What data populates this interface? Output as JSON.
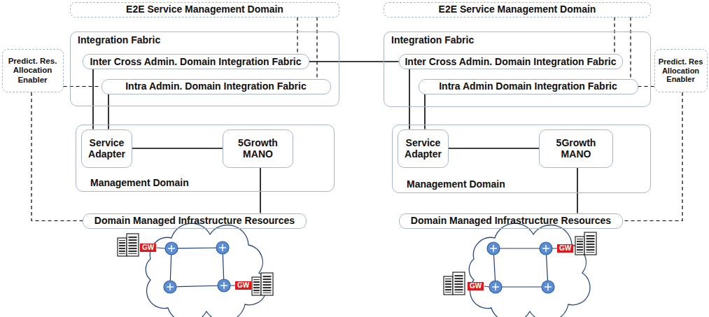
{
  "diagram": {
    "nodes": [
      {
        "text": [
          "E2E Service Management Domain"
        ]
      },
      {
        "text": [
          "E2E Service Management Domain"
        ]
      },
      {
        "text": [
          "Predict. Res. Allocation Enabler"
        ]
      },
      {
        "text": [
          "Integration Fabric"
        ]
      },
      {
        "text": [
          "Inter Cross Admin. Domain Integration Fabric"
        ],
        "in": 3
      },
      {
        "text": [
          "Intra Admin. Domain Integration Fabric"
        ],
        "in": 3
      },
      {
        "text": [
          "Integration Fabric"
        ]
      },
      {
        "text": [
          "Inter Cross Admin. Domain Integration Fabric"
        ],
        "in": 6
      },
      {
        "text": [
          "Intra Admin Domain Integration Fabric"
        ],
        "in": 6
      },
      {
        "text": [
          "Predict. Res Allocation Enabler"
        ]
      },
      {
        "text": [
          "Management Domain"
        ]
      },
      {
        "text": [
          "Service Adapter"
        ],
        "in": 10
      },
      {
        "text": [
          "5Growth MANO"
        ],
        "in": 10
      },
      {
        "text": [
          "Management Domain"
        ]
      },
      {
        "text": [
          "Service Adapter"
        ],
        "in": 13
      },
      {
        "text": [
          "5Growth MANO"
        ],
        "in": 13
      },
      {
        "text": [
          "Domain Managed Infrastructure Resources"
        ]
      },
      {
        "text": [
          "Domain Managed Infrastructure Resources"
        ]
      }
    ],
    "edges": [
      {
        "from": 0,
        "to": 4,
        "arrow": "none"
      },
      {
        "from": 0,
        "to": 5,
        "arrow": "none"
      },
      {
        "from": 1,
        "to": 7,
        "arrow": "none"
      },
      {
        "from": 1,
        "to": 8,
        "arrow": "none"
      },
      {
        "from": 4,
        "to": 7,
        "arrow": "none"
      },
      {
        "from": 4,
        "to": 11,
        "arrow": "none"
      },
      {
        "from": 5,
        "to": 11,
        "arrow": "none"
      },
      {
        "from": 7,
        "to": 14,
        "arrow": "none"
      },
      {
        "from": 8,
        "to": 14,
        "arrow": "none"
      },
      {
        "from": 11,
        "to": 12,
        "arrow": "none"
      },
      {
        "from": 14,
        "to": 15,
        "arrow": "none"
      },
      {
        "from": 12,
        "to": 16,
        "arrow": "none"
      },
      {
        "from": 15,
        "to": 17,
        "arrow": "none"
      },
      {
        "from": 2,
        "to": 5,
        "arrow": "none"
      },
      {
        "from": 2,
        "to": 16,
        "arrow": "none"
      },
      {
        "from": 9,
        "to": 8,
        "arrow": "none"
      },
      {
        "from": 9,
        "to": 17,
        "arrow": "none"
      }
    ],
    "labels": [
      "GW",
      "GW",
      "GW",
      "GW"
    ]
  }
}
